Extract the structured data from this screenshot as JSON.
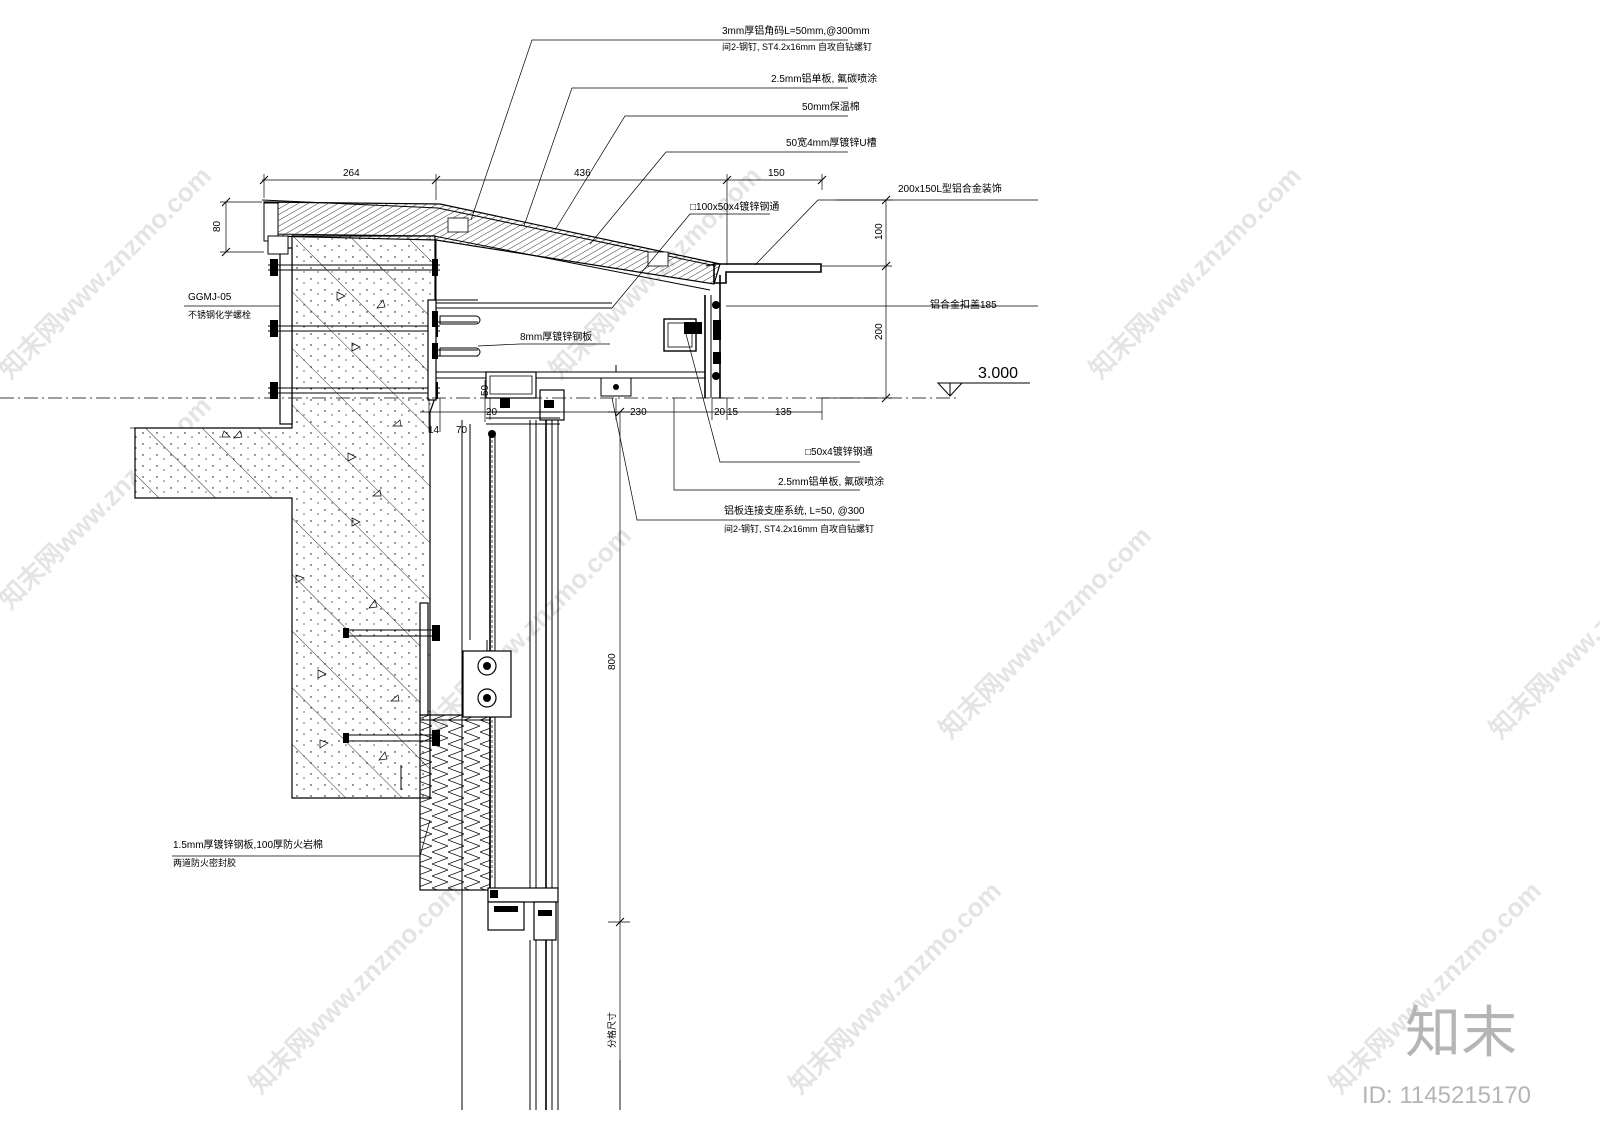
{
  "dimensions": {
    "d264": "264",
    "d436": "436",
    "d150": "150",
    "d80": "80",
    "d100": "100",
    "d200": "200",
    "d50": "50",
    "d20a": "20",
    "d14": "14",
    "d70": "70",
    "d230": "230",
    "d20b": "20",
    "d15": "15",
    "d135": "135",
    "d800": "800"
  },
  "level": {
    "value": "3.000"
  },
  "labels": {
    "l1a": "3mm厚铝角码L=50mm,@300mm",
    "l1b": "间2-钢钉, ST4.2x16mm 自攻自钻螺钉",
    "l2": "2.5mm铝单板, 氟碳喷涂",
    "l3": "50mm保温棉",
    "l4": "50宽4mm厚镀锌U槽",
    "l5": "200x150L型铝合金装饰",
    "l6": "□100x50x4镀锌钢通",
    "l7": "8mm厚镀锌钢板",
    "l8": "铝合金扣盖185",
    "l9": "□50x4镀锌钢通",
    "l10": "2.5mm铝单板, 氟碳喷涂",
    "l11a": "铝板连接支座系统, L=50, @300",
    "l11b": "间2-钢钉, ST4.2x16mm 自攻自钻螺钉",
    "l12a": "GGMJ-05",
    "l12b": "不锈钢化学螺栓",
    "l13a": "1.5mm厚镀锌钢板,100厚防火岩棉",
    "l13b": "两道防火密封胶",
    "l14": "分格尺寸"
  },
  "watermark": {
    "text": "知末网www.znzmo.com"
  },
  "brand": {
    "logo": "知末",
    "id": "ID: 1145215170"
  }
}
